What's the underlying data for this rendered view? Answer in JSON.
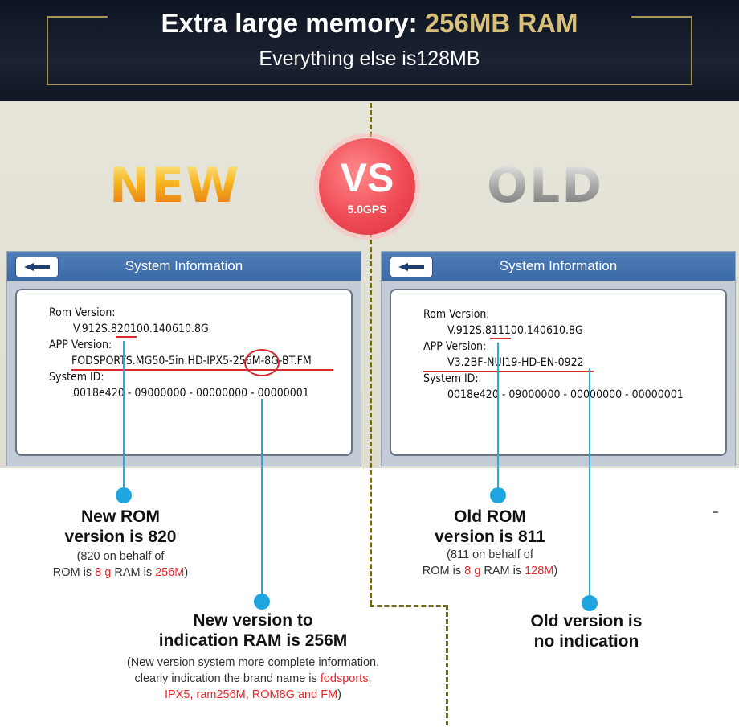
{
  "banner": {
    "title": "Extra large memory:",
    "title_highlight": "256MB RAM",
    "subtitle": "Everything else is128MB"
  },
  "labels": {
    "new": "NEW",
    "old": "OLD"
  },
  "vs_badge": {
    "text": "VS",
    "sub": "5.0GPS"
  },
  "panels": {
    "new": {
      "title": "System Information",
      "rom_label": "Rom Version:",
      "rom_value": "V.912S.820100.140610.8G",
      "app_label": "APP Version:",
      "app_value": "FODSPORTS.MG50-5in.HD-IPX5-256M-8G-BT.FM",
      "sys_label": "System ID:",
      "sys_value": "0018e420 - 09000000 - 00000000 - 00000001"
    },
    "old": {
      "title": "System Information",
      "rom_label": "Rom Version:",
      "rom_value": "V.912S.811100.140610.8G",
      "app_label": "APP Version:",
      "app_value": "V3.2BF-NUI19-HD-EN-0922",
      "sys_label": "System ID:",
      "sys_value": "0018e420 - 09000000 - 00000000 - 00000001"
    }
  },
  "callouts": {
    "new_rom": {
      "line1": "New ROM",
      "line2": "version is 820",
      "note1": "(820 on behalf of",
      "note2_a": "ROM is ",
      "note2_b": "8 g",
      "note2_c": " RAM is ",
      "note2_d": "256M",
      "note2_e": ")"
    },
    "old_rom": {
      "line1": "Old ROM",
      "line2": "version is 811",
      "note1": "(811 on behalf of",
      "note2_a": "ROM is ",
      "note2_b": "8 g",
      "note2_c": " RAM is ",
      "note2_d": "128M",
      "note2_e": ")"
    },
    "new_ver": {
      "line1": "New version to",
      "line2": "indication RAM is 256M",
      "note1": "(New version system more complete information,",
      "note2_a": "clearly indication the brand name is ",
      "note2_b": "fodsports",
      "note2_c": ",",
      "note3_a": "IPX5, ram256M, ROM8G and FM",
      "note3_b": ")"
    },
    "old_ver": {
      "line1": "Old version is",
      "line2": "no indication"
    }
  },
  "colors": {
    "accent_red": "#e8262b",
    "connector_blue": "#1fa5df",
    "title_bar": "#3a6aa8",
    "gold": "#d9c07a"
  }
}
